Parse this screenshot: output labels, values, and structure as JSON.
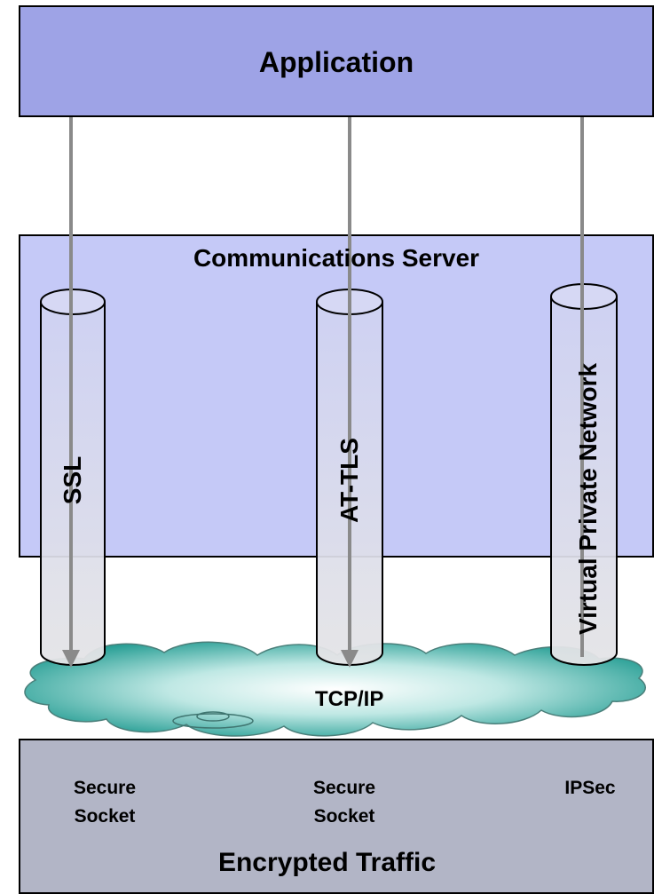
{
  "layers": {
    "application": "Application",
    "communications_server": "Communications Server",
    "network": "TCP/IP",
    "encrypted": "Encrypted Traffic"
  },
  "tunnels": [
    {
      "label": "SSL",
      "sublabel": "Secure\nSocket"
    },
    {
      "label": "AT-TLS",
      "sublabel": "Secure\nSocket"
    },
    {
      "label": "Virtual Private Network",
      "sublabel": "IPSec"
    }
  ],
  "colors": {
    "application_fill": "#9ea3e6",
    "comm_server_fill": "#c5c9f7",
    "encrypted_fill": "#b2b5c6",
    "cloud_fill": "#2aa9a0",
    "arrow": "#8a8a8a"
  }
}
